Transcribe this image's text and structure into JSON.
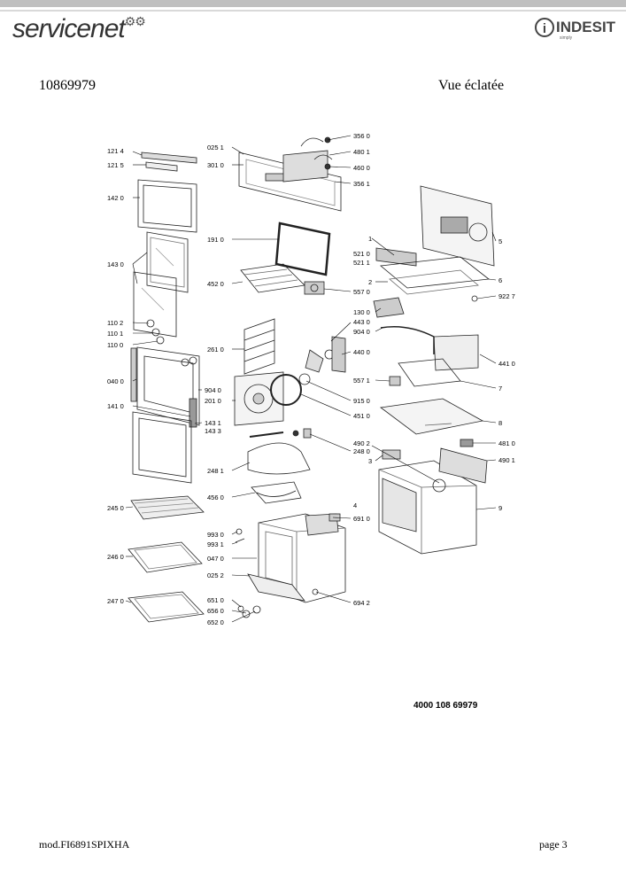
{
  "header": {
    "brand_left": "servicenet",
    "brand_right": "INDESIT",
    "brand_right_sub": "simply"
  },
  "document": {
    "number": "10869979",
    "title": "Vue éclatée",
    "part_code": "4000 108 69979",
    "model": "mod.FI6891SPIXHA",
    "page": "page 3"
  },
  "parts": [
    "121 4",
    "121 5",
    "142 0",
    "143 0",
    "110 2",
    "110 1",
    "110 0",
    "040 0",
    "141 0",
    "904 0",
    "201 0",
    "143 1",
    "143 3",
    "245 0",
    "246 0",
    "247 0",
    "025 1",
    "301 0",
    "191 0",
    "452 0",
    "261 0",
    "248 1",
    "456 0",
    "993 0",
    "993 1",
    "047 0",
    "025 2",
    "651 0",
    "656 0",
    "652 0",
    "356 0",
    "480 1",
    "460 0",
    "356 1",
    "557 0",
    "443 0",
    "904 0",
    "440 0",
    "915 0",
    "451 0",
    "248 0",
    "490 2",
    "4",
    "691 0",
    "694 2",
    "1",
    "521 0",
    "521 1",
    "2",
    "130 0",
    "557 1",
    "3",
    "5",
    "6",
    "922 7",
    "441 0",
    "7",
    "8",
    "481 0",
    "490 1",
    "9"
  ]
}
